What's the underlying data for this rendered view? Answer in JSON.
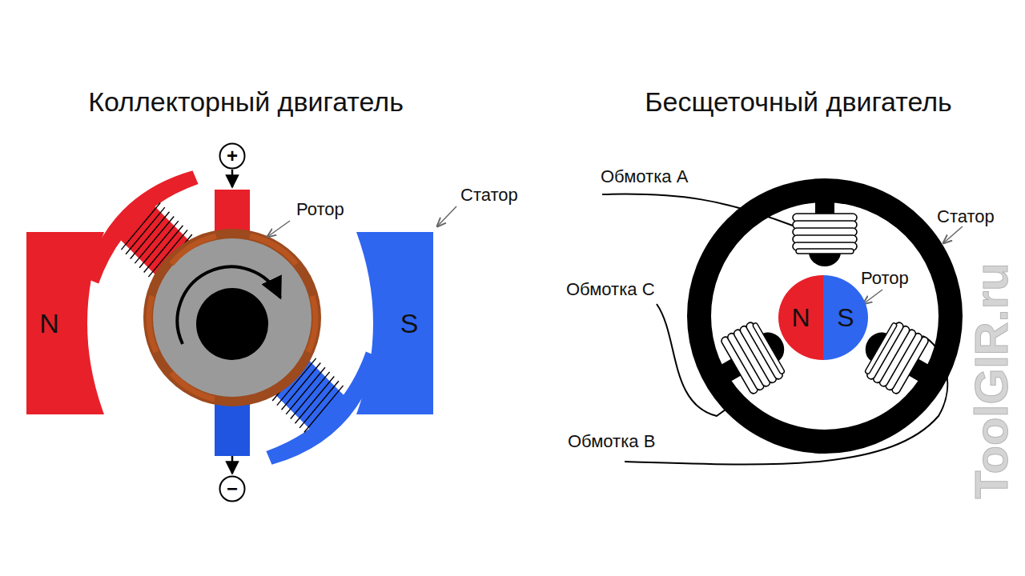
{
  "diagram": {
    "nodes": [
      {
        "text": [
          "N"
        ]
      },
      {
        "text": [
          "S"
        ]
      },
      {
        "text": [
          "+"
        ]
      },
      {
        "text": [
          "−"
        ]
      },
      {
        "text": [
          "N",
          "S"
        ]
      }
    ],
    "labels": [
      "Коллекторный двигатель",
      "Бесщеточный двигатель",
      "Ротор",
      "Статор",
      "Ротор",
      "Статор",
      "Обмотка A",
      "Обмотка C",
      "Обмотка B",
      "ToolGIR.ru"
    ]
  }
}
